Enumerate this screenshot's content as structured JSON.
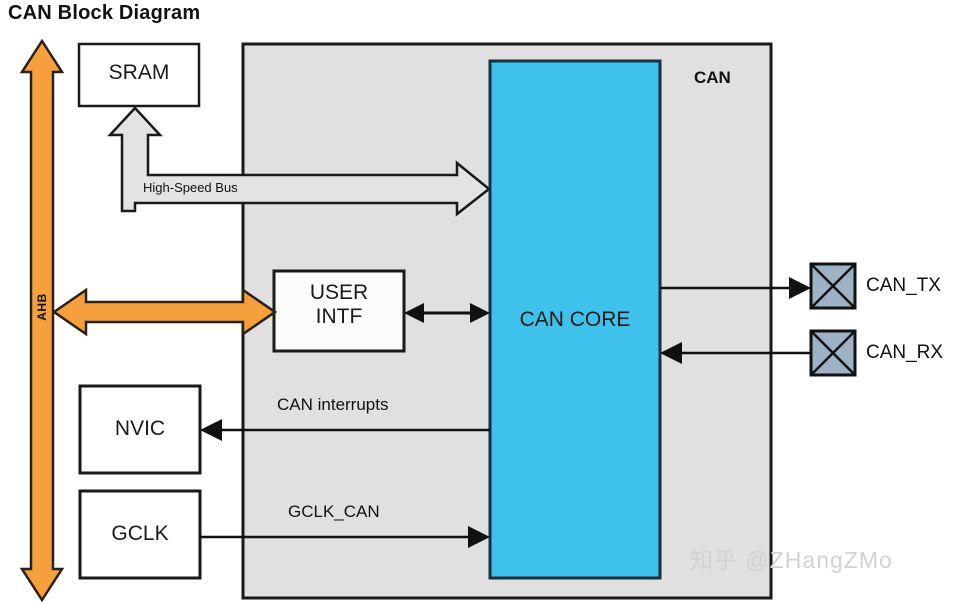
{
  "title": "CAN Block Diagram",
  "blocks": {
    "sram": "SRAM",
    "user_intf_line1": "USER",
    "user_intf_line2": "INTF",
    "nvic": "NVIC",
    "gclk": "GCLK",
    "can_core": "CAN CORE",
    "can_group": "CAN"
  },
  "signals": {
    "high_speed_bus": "High-Speed Bus",
    "ahb": "AHB",
    "can_interrupts": "CAN interrupts",
    "gclk_can": "GCLK_CAN"
  },
  "pads": [
    {
      "label": "CAN_TX"
    },
    {
      "label": "CAN_RX"
    }
  ],
  "watermark": "知乎 @ZHangZMo",
  "colors": {
    "can_core_fill": "#3ec1ea",
    "group_fill": "#e0e0e0",
    "ahb_orange": "#f5a03c",
    "bus_gray": "#e3e3e3",
    "pad_fill": "#9db2c4",
    "outline": "#1a1a1a",
    "watermark": "#d2d2d2"
  }
}
